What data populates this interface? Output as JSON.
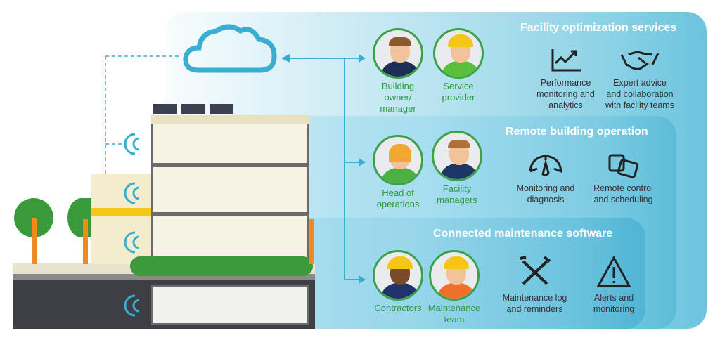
{
  "colors": {
    "accent_blue": "#3aaed0",
    "green": "#2e9a3e",
    "panel_text": "#ffffff"
  },
  "sections": [
    {
      "title": "Facility optimization services",
      "people": [
        {
          "label1": "Building owner/",
          "label2": "manager"
        },
        {
          "label1": "Service",
          "label2": "provider"
        }
      ],
      "features": [
        {
          "icon": "chart-up-icon",
          "line1": "Performance",
          "line2": "monitoring and",
          "line3": "analytics"
        },
        {
          "icon": "handshake-icon",
          "line1": "Expert advice",
          "line2": "and collaboration",
          "line3": "with facility teams"
        }
      ]
    },
    {
      "title": "Remote building operation",
      "people": [
        {
          "label1": "Head of",
          "label2": "operations"
        },
        {
          "label1": "Facility",
          "label2": "managers"
        }
      ],
      "features": [
        {
          "icon": "gauge-icon",
          "line1": "Monitoring and",
          "line2": "diagnosis"
        },
        {
          "icon": "remote-control-icon",
          "line1": "Remote control",
          "line2": "and scheduling"
        }
      ]
    },
    {
      "title": "Connected maintenance software",
      "people": [
        {
          "label1": "Contractors",
          "label2": ""
        },
        {
          "label1": "Maintenance",
          "label2": "team"
        }
      ],
      "features": [
        {
          "icon": "tools-icon",
          "line1": "Maintenance log",
          "line2": "and reminders"
        },
        {
          "icon": "warning-icon",
          "line1": "Alerts and",
          "line2": "monitoring"
        }
      ]
    }
  ]
}
